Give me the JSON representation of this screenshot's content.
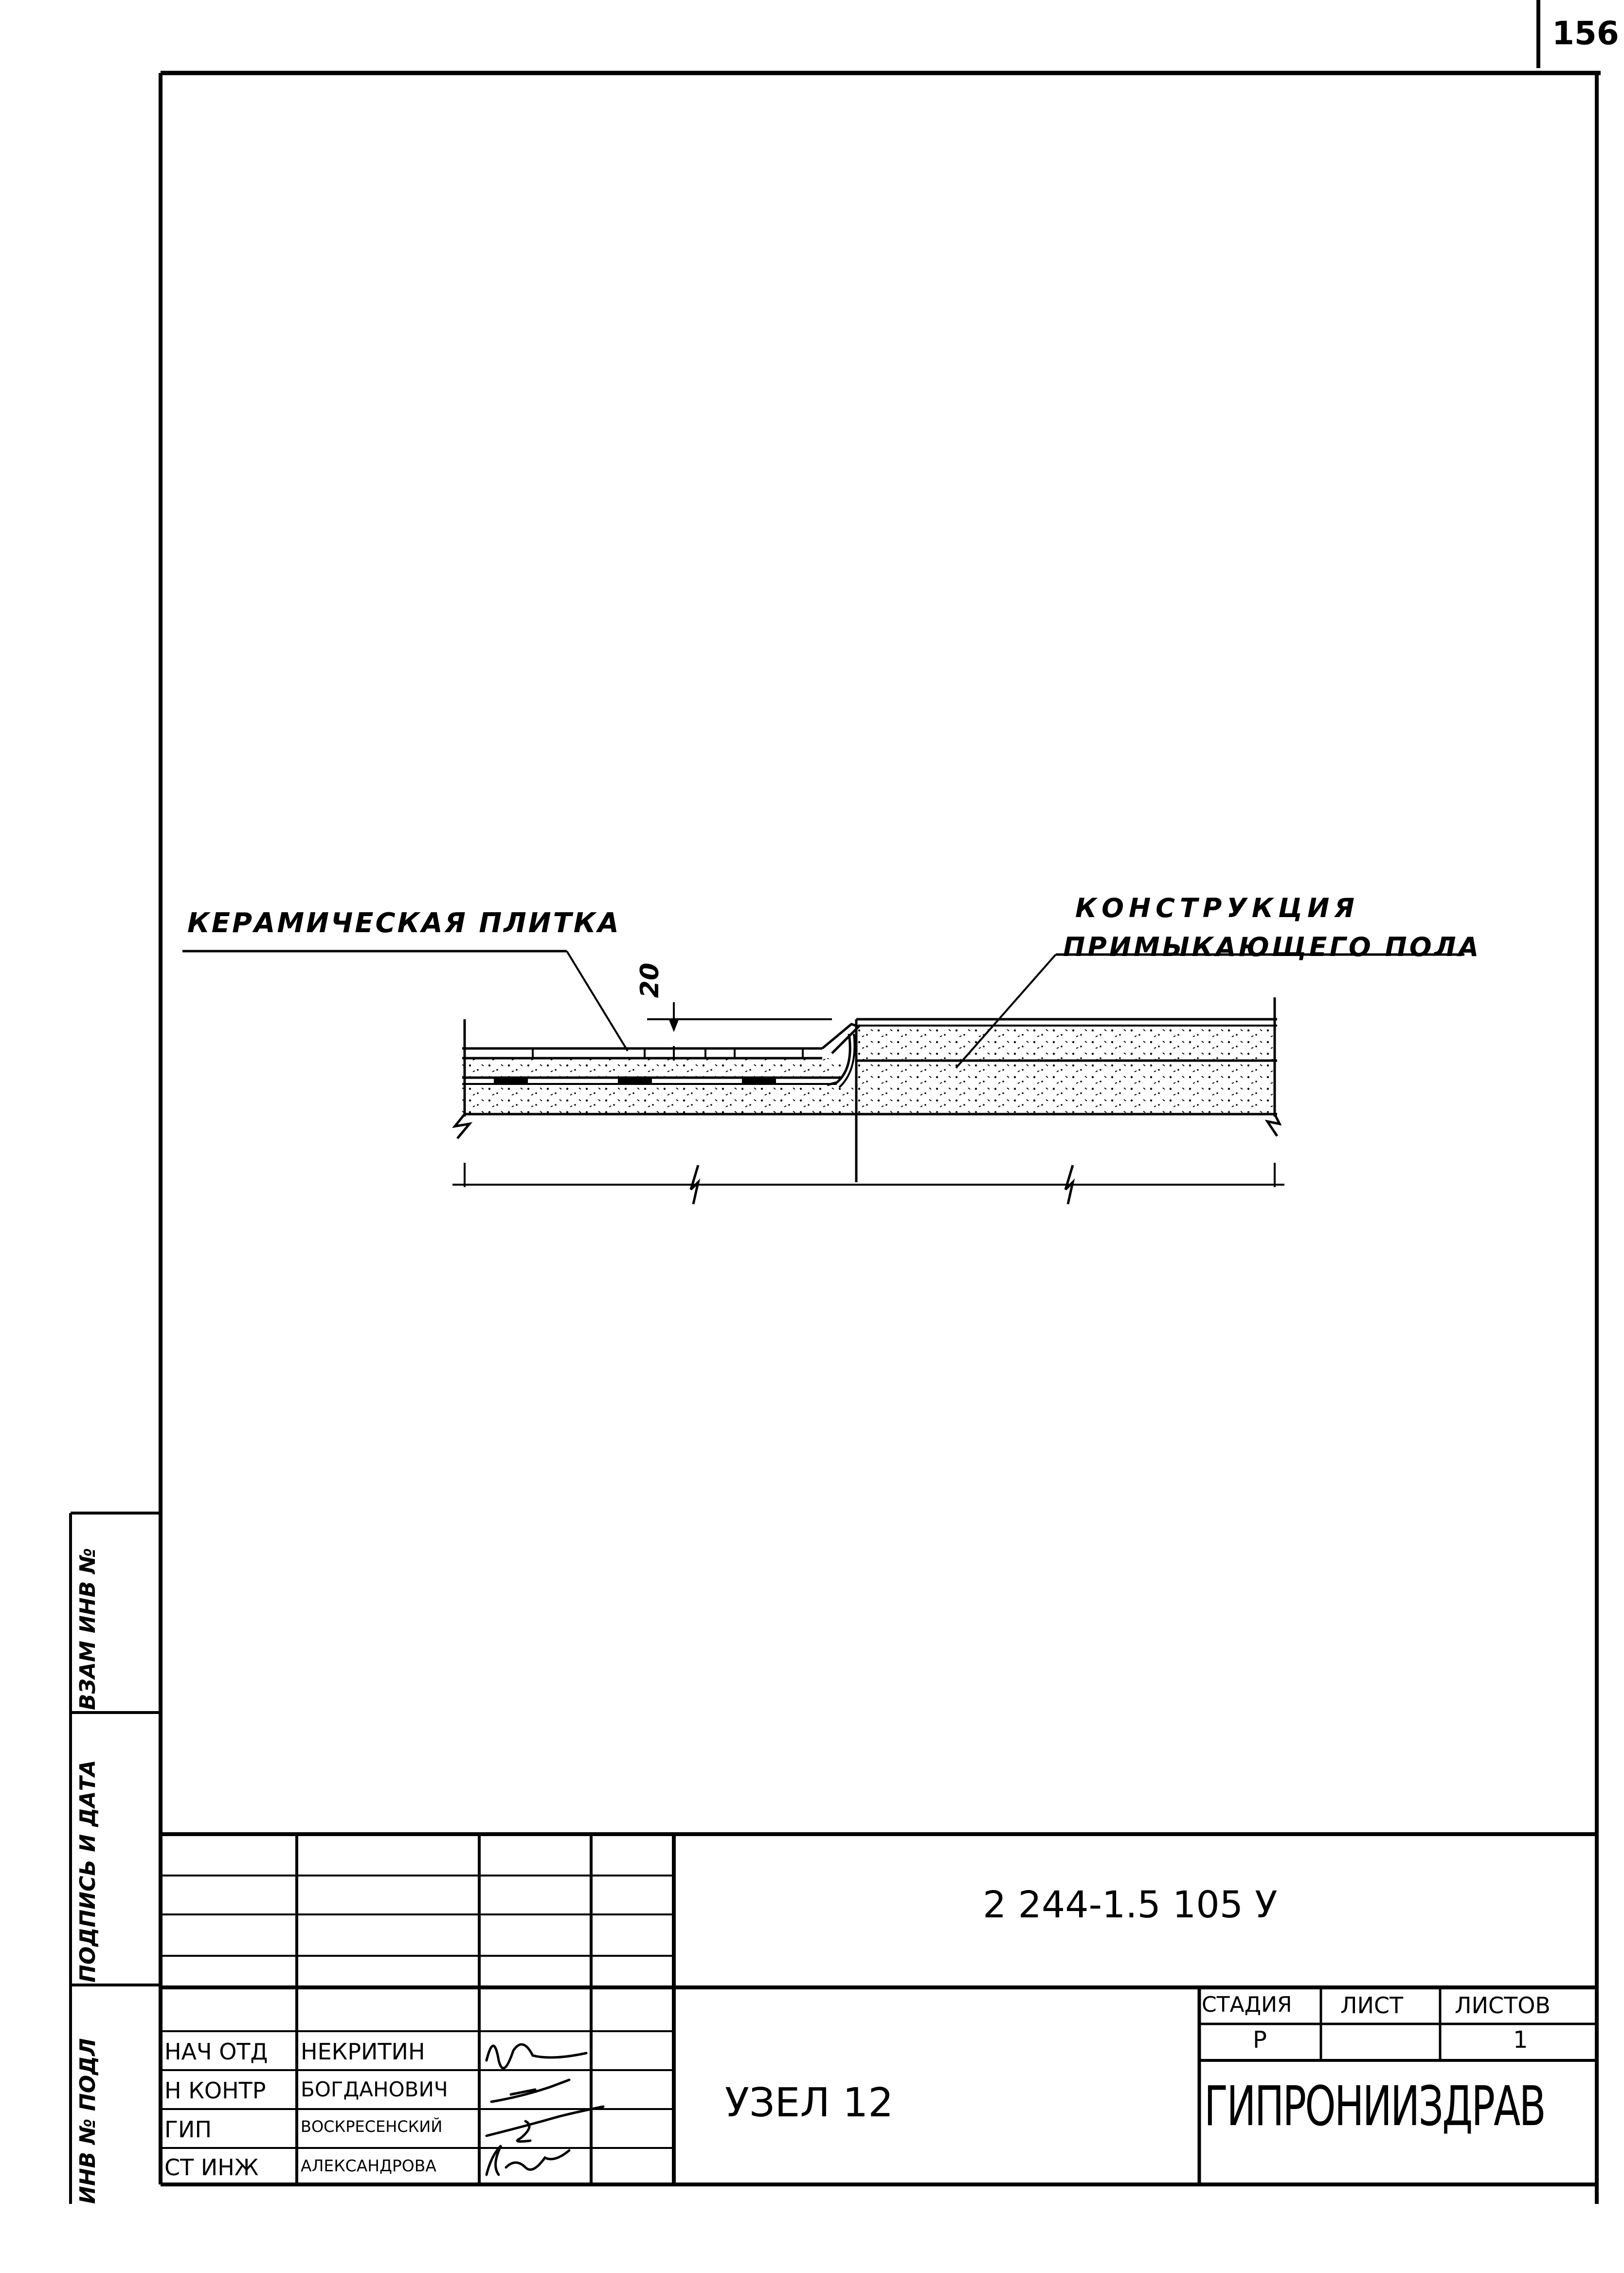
{
  "page_number": "156",
  "drawing": {
    "label_tile": "КЕРАМИЧЕСКАЯ ПЛИТКА",
    "label_construction_line1": "КОНСТРУКЦИЯ",
    "label_construction_line2": "ПРИМЫКАЮЩЕГО ПОЛА",
    "dimension_20": "20"
  },
  "side_stamp": {
    "inv_podl": "ИНВ № ПОДЛ",
    "podpis_data": "ПОДПИСЬ И ДАТА",
    "vzam_inv": "ВЗАМ ИНВ №"
  },
  "title_block": {
    "document_code": "2 244-1.5 105 У",
    "drawing_title": "УЗЕЛ 12",
    "stage_header": "СТАДИЯ",
    "sheet_header": "ЛИСТ",
    "sheets_header": "ЛИСТОВ",
    "stage_value": "Р",
    "sheet_value": "",
    "sheets_value": "1",
    "organization": "ГИПРОНИИЗДРАВ",
    "signatories": [
      {
        "role": "НАЧ ОТД",
        "name": "НЕКРИТИН"
      },
      {
        "role": "Н КОНТР",
        "name": "БОГДАНОВИЧ"
      },
      {
        "role": "ГИП",
        "name": "ВОСКРЕСЕНСКИЙ"
      },
      {
        "role": "СТ ИНЖ",
        "name": "АЛЕКСАНДРОВА"
      }
    ]
  }
}
